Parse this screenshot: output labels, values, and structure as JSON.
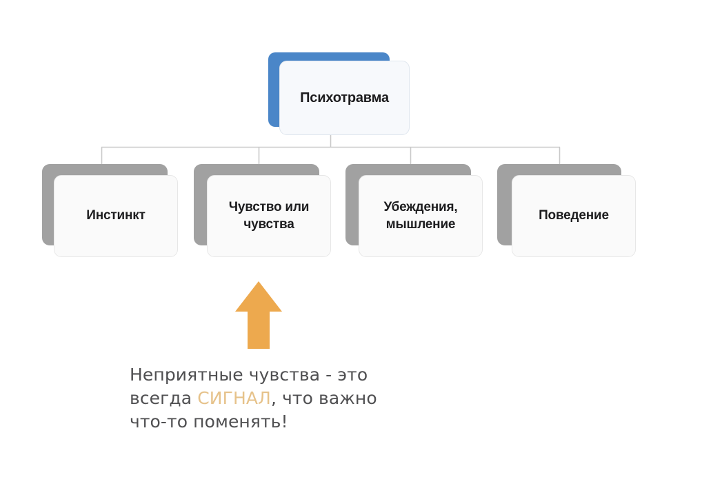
{
  "diagram": {
    "type": "hierarchy-tree",
    "root": {
      "label": "Психотравма",
      "accent_color": "#4a86c8",
      "card_fill": "#f7f9fc"
    },
    "children": [
      {
        "label": "Инстинкт",
        "shadow_color": "#a1a1a1",
        "card_fill": "#fafafa"
      },
      {
        "label": "Чувство или\nчувства",
        "shadow_color": "#a1a1a1",
        "card_fill": "#fafafa"
      },
      {
        "label": "Убеждения,\nмышление",
        "shadow_color": "#a1a1a1",
        "card_fill": "#fafafa"
      },
      {
        "label": "Поведение",
        "shadow_color": "#a1a1a1",
        "card_fill": "#fafafa"
      }
    ],
    "connector_color": "#c9c9c9"
  },
  "annotation": {
    "arrow": {
      "icon": "arrow-up-icon",
      "color": "#eda94e",
      "points_to": "Чувство или чувства"
    },
    "caption": {
      "line1": "Неприятные чувства - это",
      "line2_before": "всегда ",
      "line2_highlight": "СИГНАЛ",
      "line2_after": ", что важно",
      "line3": "что-то поменять!",
      "text_color": "#4f4f51",
      "highlight_color": "#e6c28a",
      "full_text": "Неприятные чувства - это всегда СИГНАЛ, что важно что-то поменять!"
    }
  },
  "page": {
    "background_color": "#ffffff"
  }
}
